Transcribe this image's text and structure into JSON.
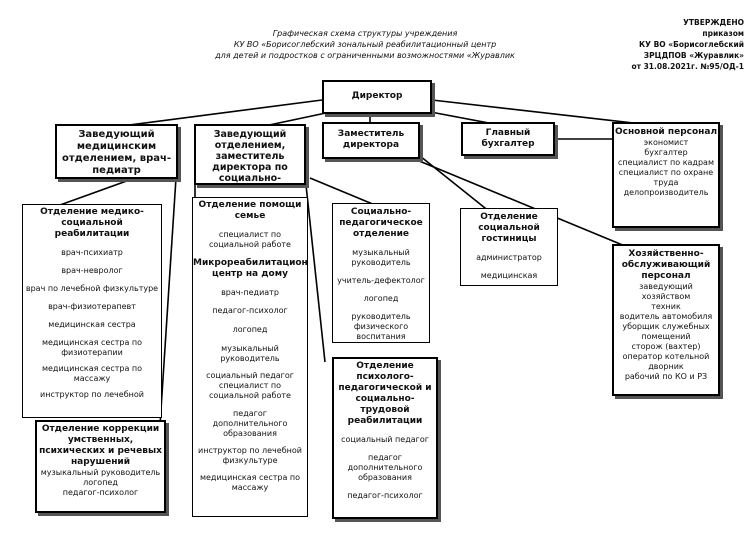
{
  "header": {
    "line1": "Графическая схема структуры учреждения",
    "line2": "КУ ВО «Борисоглебский зональный реабилитационный центр",
    "line3": "для детей и подростков с ограниченными возможностями «Журавлик"
  },
  "approval": {
    "line1": "УТВЕРЖДЕНО",
    "line2": "приказом",
    "line3": "КУ ВО «Борисоглебский",
    "line4": "ЗРЦДПОВ «Журавлик»",
    "line5": "от 31.08.2021г. №95/ОД-1"
  },
  "boxes": {
    "director": "Директор",
    "head_medical": "Заведующий медицинским отделением, врач-педиатр",
    "head_social": "Заведующий отделением, заместитель директора по социально-педагогической",
    "deputy": "Заместитель директора",
    "accountant": "Главный бухгалтер",
    "main_staff": {
      "title": "Основной персонал",
      "items": [
        "экономист",
        "бухгалтер",
        "специалист по кадрам",
        "специалист по охране труда",
        "делопроизводитель"
      ]
    },
    "med_dept": {
      "title": "Отделение медико-социальной реабилитации",
      "items": [
        "врач-психиатр",
        "врач-невролог",
        "врач по лечебной физкультуре",
        "врач-физиотерапевт",
        "медицинская сестра",
        "медицинская сестра по физиотерапии",
        "медицинская сестра по массажу",
        "инструктор по лечебной"
      ]
    },
    "correction": {
      "title": "Отделение коррекции умственных, психических и речевых нарушений",
      "items": [
        "музыкальный руководитель",
        "логопед",
        "педагог-психолог"
      ]
    },
    "family": {
      "title": "Отделение помощи семье",
      "items": [
        "специалист по социальной работе"
      ],
      "subtitle": "Микрореабилитационный центр на дому",
      "sub_items": [
        "врач-педиатр",
        "педагог-психолог",
        "логопед",
        "музыкальный руководитель",
        "социальный педагог",
        "специалист по социальной работе",
        "педагог дополнительного образования",
        "инструктор по лечебной физкультуре",
        "медицинская сестра по массажу"
      ]
    },
    "social_ped": {
      "title": "Социально-педагогическое отделение",
      "items": [
        "музыкальный руководитель",
        "учитель-дефектолог",
        "логопед",
        "руководитель физического воспитания"
      ]
    },
    "psych": {
      "title": "Отделение психолого-педагогической и социально-трудовой реабилитации",
      "items": [
        "социальный педагог",
        "педагог дополнительного образования",
        "педагог-психолог"
      ]
    },
    "hotel": {
      "title": "Отделение социальной гостиницы",
      "items": [
        "администратор",
        "медицинская"
      ]
    },
    "service": {
      "title": "Хозяйственно-обслуживающий персонал",
      "items": [
        "заведующий хозяйством",
        "техник",
        "водитель автомобиля",
        "уборщик служебных помещений",
        "сторож (вахтер)",
        "оператор котельной",
        "дворник",
        "рабочий по КО и РЗ"
      ]
    }
  }
}
